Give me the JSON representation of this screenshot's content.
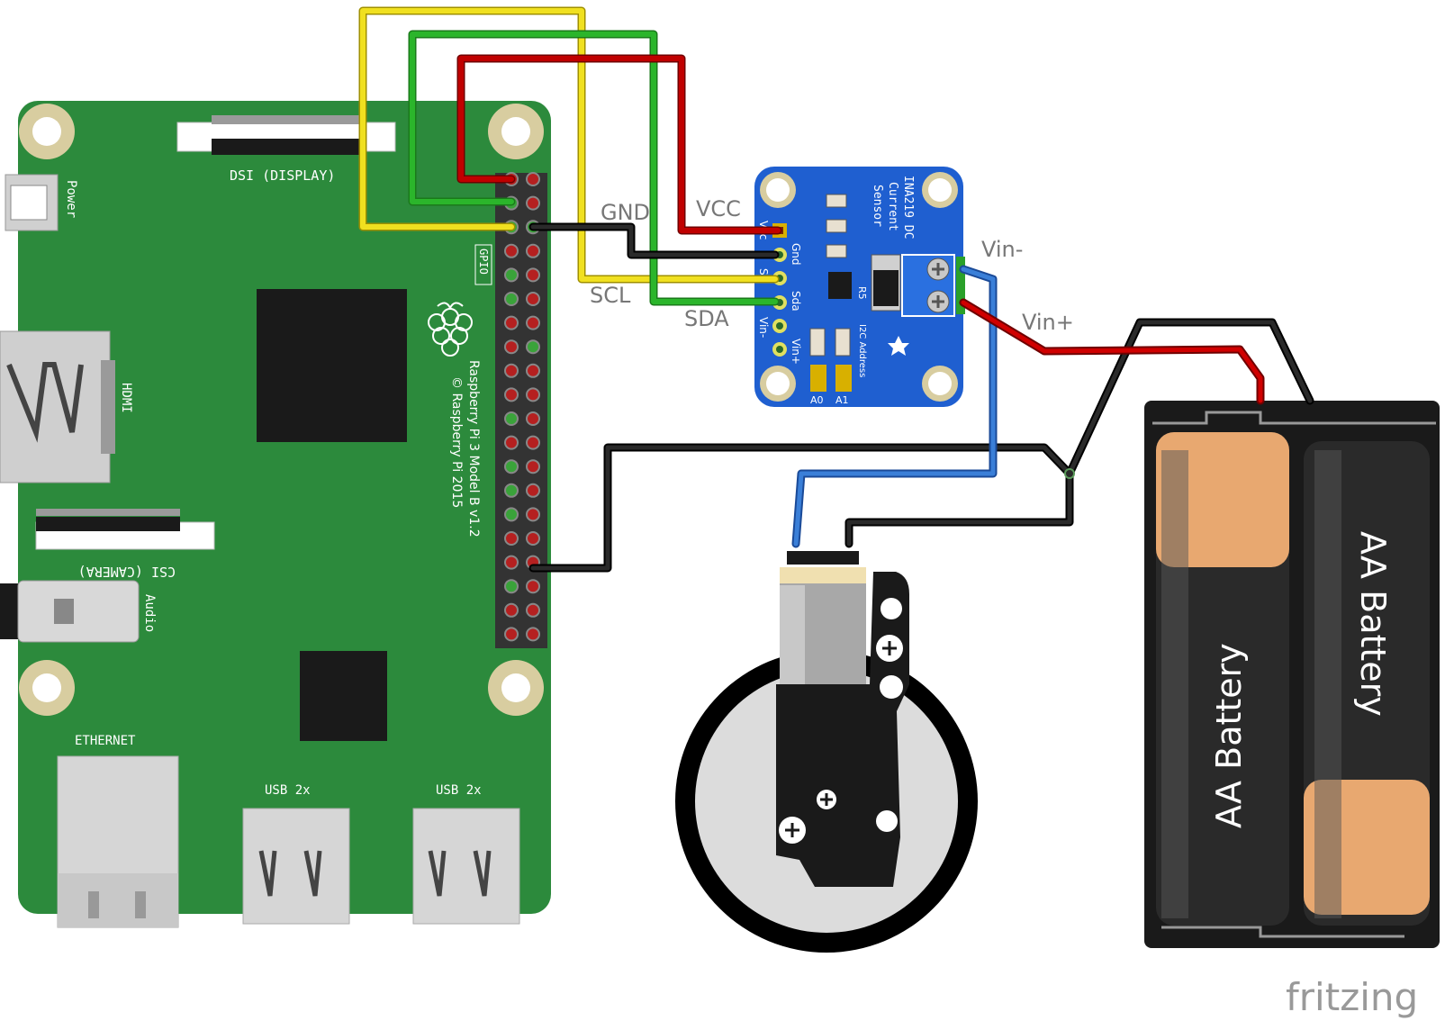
{
  "pi": {
    "dsi_label": "DSI (DISPLAY)",
    "power_label": "Power",
    "hdmi_label": "HDMI",
    "csi_label": "CSI (CAMERA)",
    "audio_label": "Audio",
    "gpio_label": "GPIO",
    "ethernet_label": "ETHERNET",
    "usb1_label": "USB 2x",
    "usb2_label": "USB 2x",
    "model_line1": "Raspberry Pi 3 Model B v1.2",
    "model_line2": "© Raspberry Pi 2015"
  },
  "sensor": {
    "title_line1": "INA219 DC",
    "title_line2": "Current",
    "title_line3": "Sensor",
    "pin_vcc": "Vcc",
    "pin_gnd": "Gnd",
    "pin_scl": "Scl",
    "pin_sda": "Sda",
    "pin_vin_minus": "Vin-",
    "pin_vin_plus": "Vin+",
    "term_vin_minus": "Vin-",
    "term_vin_plus": "Vin+",
    "r5": "R5",
    "i2c": "I2C Address",
    "a0": "A0",
    "a1": "A1"
  },
  "wire_labels": {
    "gnd": "GND",
    "vcc": "VCC",
    "scl": "SCL",
    "sda": "SDA",
    "vin_minus": "Vin-",
    "vin_plus": "Vin+"
  },
  "battery": {
    "cell1": "AA Battery",
    "cell2": "AA Battery"
  },
  "brand": "fritzing",
  "colors": {
    "pcb_green": "#2c8a3c",
    "sensor_blue": "#1f5fd0",
    "wire_red": "#c00000",
    "wire_yellow": "#f0e020",
    "wire_green": "#2bb52b",
    "wire_black": "#1a1a1a",
    "wire_blue": "#3a7fd8"
  }
}
